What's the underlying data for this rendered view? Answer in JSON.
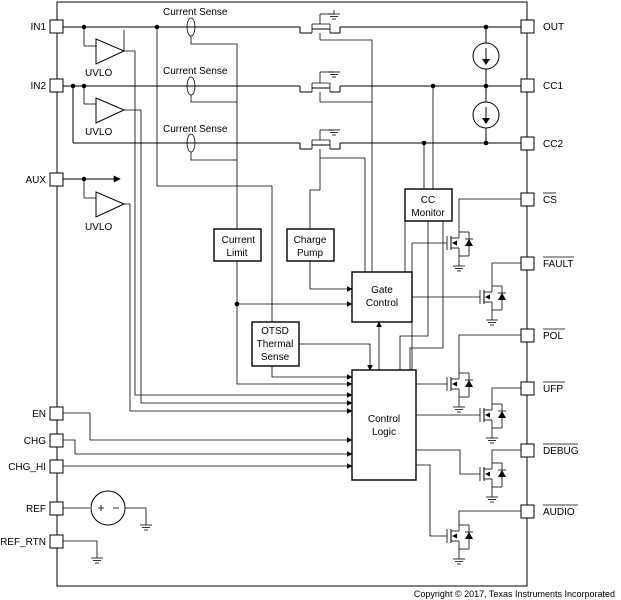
{
  "pins_left": {
    "in1": "IN1",
    "in2": "IN2",
    "aux": "AUX",
    "en": "EN",
    "chg": "CHG",
    "chg_hi": "CHG_HI",
    "ref": "REF",
    "ref_rtn": "REF_RTN"
  },
  "pins_right": {
    "out": "OUT",
    "cc1": "CC1",
    "cc2": "CC2",
    "cs": "CS",
    "fault": "FAULT",
    "pol": "POL",
    "ufp": "UFP",
    "debug": "DEBUG",
    "audio": "AUDIO"
  },
  "labels": {
    "current_sense": "Current Sense",
    "uvlo": "UVLO"
  },
  "blocks": {
    "current_limit": [
      "Current",
      "Limit"
    ],
    "charge_pump": [
      "Charge",
      "Pump"
    ],
    "cc_monitor": [
      "CC",
      "Monitor"
    ],
    "gate_control": [
      "Gate",
      "Control"
    ],
    "otsd": [
      "OTSD",
      "Thermal",
      "Sense"
    ],
    "control_logic": [
      "Control",
      "Logic"
    ]
  },
  "copyright": "Copyright © 2017, Texas Instruments Incorporated"
}
